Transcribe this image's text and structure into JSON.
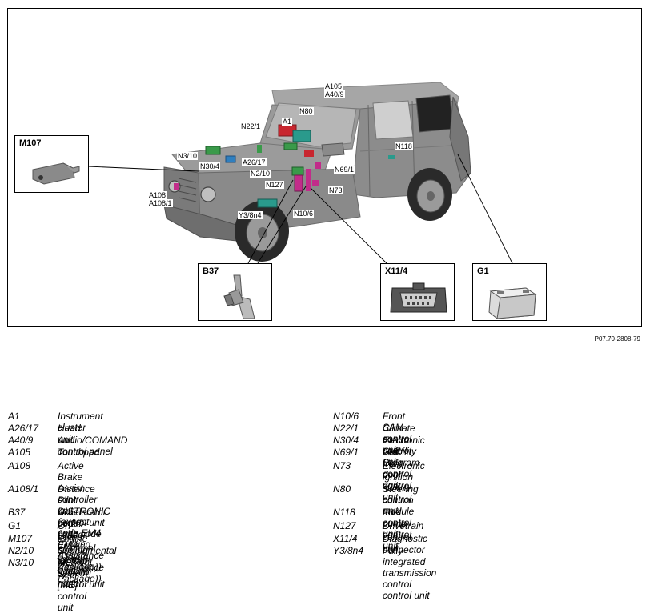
{
  "figure": {
    "reference": "P07.70-2808-79",
    "callouts": [
      "A105",
      "A40/9",
      "N80",
      "A1",
      "N22/1",
      "N3/10",
      "N30/4",
      "A26/17",
      "N2/10",
      "N127",
      "N118",
      "N69/1",
      "N73",
      "A108",
      "A108/1",
      "Y3/8n4",
      "N10/6"
    ],
    "insets": {
      "m107": "M107",
      "b37": "B37",
      "x11": "X11/4",
      "g1": "G1"
    }
  },
  "legend": {
    "left": [
      {
        "code": "A1",
        "desc": "Instrument cluster"
      },
      {
        "code": "A26/17",
        "desc": "Head unit"
      },
      {
        "code": "A40/9",
        "desc": "Audio/COMAND control panel"
      },
      {
        "code": "A105",
        "desc": "Touchpad"
      },
      {
        "code": "A108",
        "desc": "Active Brake Assist controller unit (except code EM4\n(Driving Assistance Package))"
      },
      {
        "code": "A108/1",
        "desc": "Distance Pilot DISTRONIC control unit (with code EM4\n(Driving Assistance Package))"
      },
      {
        "code": "B37",
        "desc": "Accelerator pedal sensor"
      },
      {
        "code": "G1",
        "desc": "On-board electrical system battery"
      },
      {
        "code": "M107",
        "desc": "Engine cooling air flap actuator motor"
      },
      {
        "code": "N2/10",
        "desc": "Supplemental restraint system control unit"
      },
      {
        "code": "N3/10",
        "desc": "ME-SFI [ME] control unit"
      }
    ],
    "right": [
      {
        "code": "N10/6",
        "desc": "Front SAM control unit"
      },
      {
        "code": "N22/1",
        "desc": "Climate control control unit"
      },
      {
        "code": "N30/4",
        "desc": "Electronic Stability Program control unit"
      },
      {
        "code": "N69/1",
        "desc": "Left front door control unit"
      },
      {
        "code": "N73",
        "desc": "Electronic ignition switch control unit"
      },
      {
        "code": "N80",
        "desc": "Steering column module control unit"
      },
      {
        "code": "N118",
        "desc": "Fuel pump control unit"
      },
      {
        "code": "N127",
        "desc": "Drivetrain control unit"
      },
      {
        "code": "X11/4",
        "desc": "Diagnostic connector"
      },
      {
        "code": "Y3/8n4",
        "desc": "Fully integrated transmission control control unit"
      }
    ]
  },
  "colors": {
    "body": "#8e8e8e",
    "body_dark": "#6f6f6f",
    "roof": "#a4a4a4",
    "glass": "#c9c9c9",
    "tire": "#2a2a2a",
    "ecu_red": "#c8262f",
    "ecu_teal": "#2a9a8c",
    "ecu_green": "#3a9a4a",
    "ecu_magenta": "#c22c8a",
    "ecu_blue": "#2f7fbf"
  }
}
